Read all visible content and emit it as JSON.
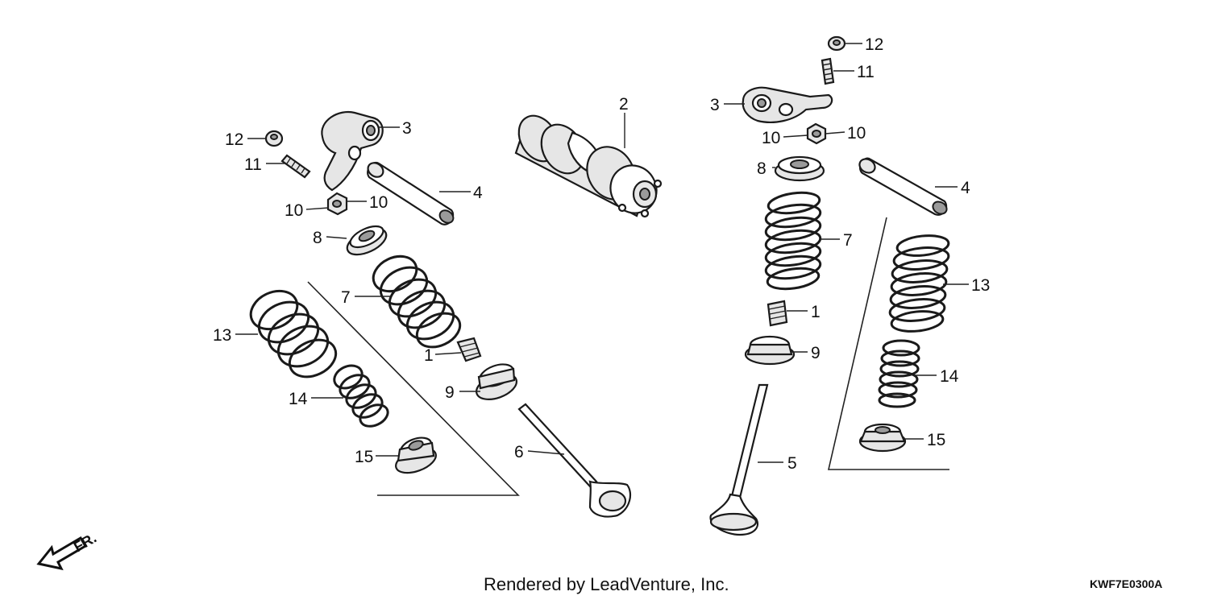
{
  "callouts": {
    "left_12": "12",
    "left_11": "11",
    "left_3": "3",
    "left_10a": "10",
    "left_10b": "10",
    "left_4": "4",
    "left_8": "8",
    "left_7": "7",
    "left_13": "13",
    "left_1": "1",
    "left_9": "9",
    "left_14": "14",
    "left_6": "6",
    "left_15": "15",
    "cam_2": "2",
    "right_12": "12",
    "right_11": "11",
    "right_3": "3",
    "right_10a": "10",
    "right_10b": "10",
    "right_8": "8",
    "right_4": "4",
    "right_7": "7",
    "right_13": "13",
    "right_1": "1",
    "right_9": "9",
    "right_14": "14",
    "right_5": "5",
    "right_15": "15"
  },
  "direction_label": "FR.",
  "footer": "Rendered by LeadVenture, Inc.",
  "diagram_code": "KWF7E0300A"
}
